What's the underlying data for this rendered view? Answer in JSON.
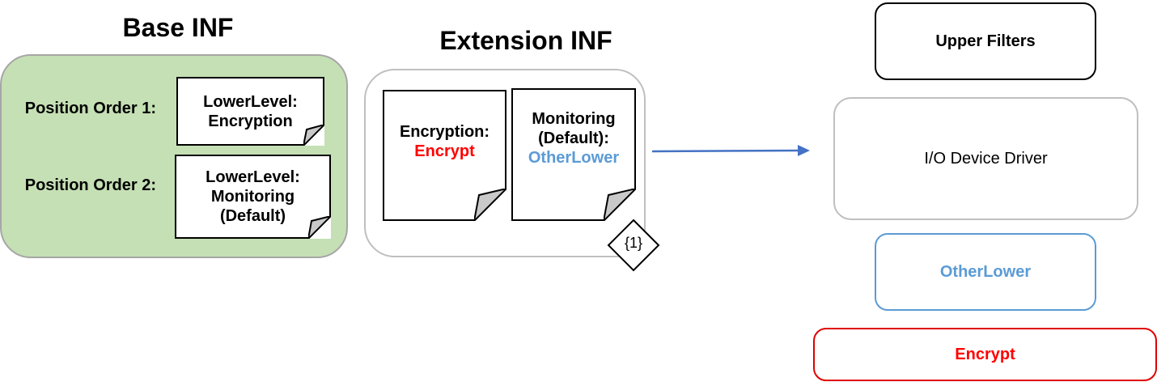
{
  "base_inf": {
    "title": "Base INF",
    "rows": [
      {
        "label": "Position Order 1:",
        "note_line1": "LowerLevel:",
        "note_line2": "Encryption",
        "note_line3": ""
      },
      {
        "label": "Position Order 2:",
        "note_line1": "LowerLevel:",
        "note_line2": "Monitoring",
        "note_line3": "(Default)"
      }
    ]
  },
  "extension_inf": {
    "title": "Extension INF",
    "notes": [
      {
        "line1": "Encryption:",
        "line2": "",
        "value": "Encrypt",
        "value_color": "#ff0000"
      },
      {
        "line1": "Monitoring",
        "line2": "(Default):",
        "value": "OtherLower",
        "value_color": "#5b9bd5"
      }
    ],
    "badge": "{1}"
  },
  "driver_stack": [
    {
      "label": "Upper Filters",
      "border_color": "#000000",
      "text_color": "#000000",
      "bold": true
    },
    {
      "label": "I/O Device Driver",
      "border_color": "#bfbfbf",
      "text_color": "#000000",
      "bold": false
    },
    {
      "label": "OtherLower",
      "border_color": "#5b9bd5",
      "text_color": "#5b9bd5",
      "bold": true
    },
    {
      "label": "Encrypt",
      "border_color": "#e00000",
      "text_color": "#ff0000",
      "bold": true
    }
  ],
  "colors": {
    "arrow": "#4472c4",
    "base_fill": "#c5e0b4"
  },
  "icons": {
    "arrow": "right-arrow-icon",
    "badge": "diamond-badge-icon"
  }
}
